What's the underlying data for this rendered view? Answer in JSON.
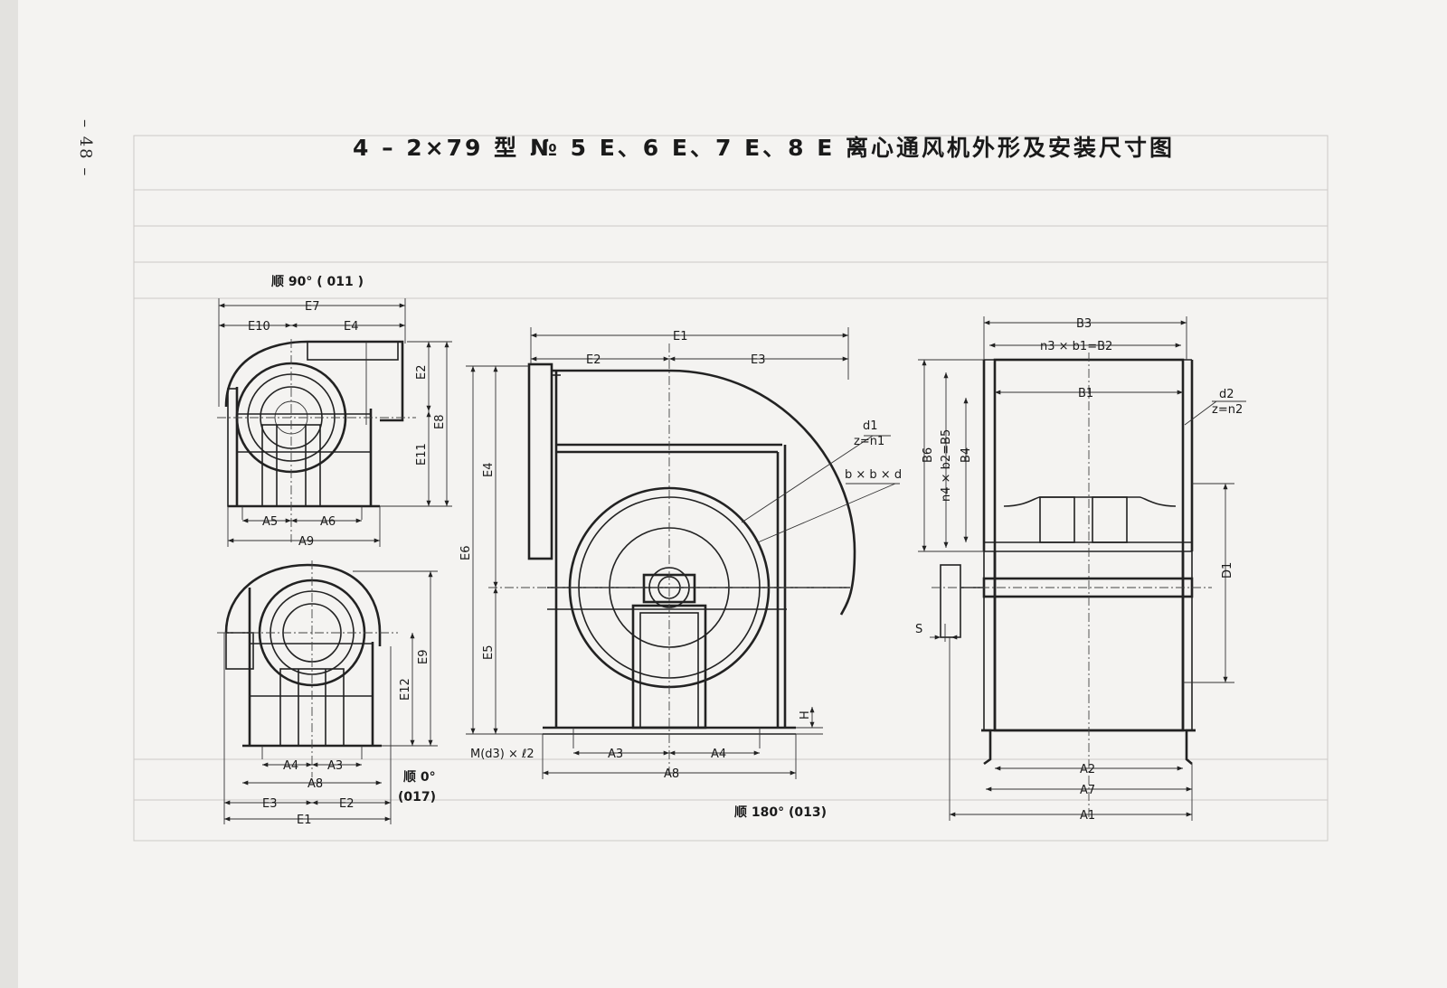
{
  "page_number": "– 48 –",
  "title": "4 – 2×79 型 № 5 E、6 E、7 E、8 E 离心通风机外形及安装尺寸图",
  "views": {
    "view_011": {
      "caption": "顺 90° ( 011 )",
      "labels": {
        "E7": "E7",
        "E10": "E10",
        "E4": "E4",
        "E2": "E2",
        "E8": "E8",
        "E11": "E11",
        "A5": "A5",
        "A6": "A6",
        "A9": "A9"
      }
    },
    "view_017": {
      "caption_line1": "顺 0°",
      "caption_line2": "(017)",
      "labels": {
        "E9": "E9",
        "E12": "E12",
        "A4": "A4",
        "A3": "A3",
        "A8": "A8",
        "E3": "E3",
        "E2": "E2",
        "E1": "E1"
      }
    },
    "view_013": {
      "caption": "顺 180° (013)",
      "labels": {
        "E1": "E1",
        "E2": "E2",
        "E3": "E3",
        "E4": "E4",
        "E5": "E5",
        "E6": "E6",
        "d1": "d1",
        "z_n1": "z=n1",
        "bbd": "b × b × d",
        "H": "H",
        "M": "M(d3) × ℓ2",
        "A3": "A3",
        "A4": "A4",
        "A8": "A8"
      }
    },
    "side_view": {
      "labels": {
        "B3": "B3",
        "n3b1": "n3 × b1=B2",
        "B1": "B1",
        "d2": "d2",
        "z_n2": "z=n2",
        "B6": "B6",
        "n4b2": "n4 × b2=B5",
        "B4": "B4",
        "D1": "D1",
        "S": "S",
        "A2": "A2",
        "A7": "A7",
        "A1": "A1"
      }
    }
  }
}
